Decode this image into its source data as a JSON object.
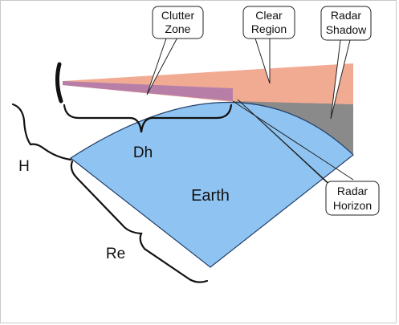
{
  "callouts": {
    "clutter_zone": [
      "Clutter",
      "Zone"
    ],
    "clear_region": [
      "Clear",
      "Region"
    ],
    "radar_shadow": [
      "Radar",
      "Shadow"
    ],
    "radar_horizon": [
      "Radar",
      "Horizon"
    ]
  },
  "labels": {
    "earth": "Earth",
    "dh": "Dh",
    "h": "H",
    "re": "Re"
  },
  "colors": {
    "earth_fill": "#8fc4f2",
    "earth_stroke": "#1f3d66",
    "beam_fill": "#f2ab93",
    "clutter_fill": "#b77fa8",
    "shadow_fill": "#8a8a8a",
    "antenna": "#111111"
  }
}
